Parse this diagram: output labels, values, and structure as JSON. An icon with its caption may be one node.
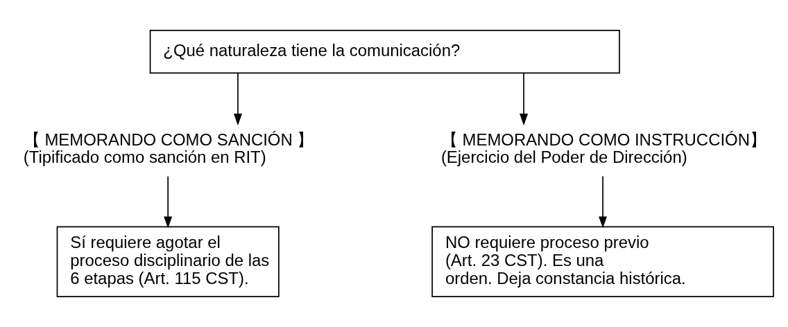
{
  "diagram": {
    "nodes": [
      {
        "text": [
          "¿Qué naturaleza tiene la comunicación?"
        ]
      },
      {
        "text": [
          "【 MEMORANDO COMO SANCIÓN 】",
          "(Tipificado como sanción en RIT)"
        ]
      },
      {
        "text": [
          "【 MEMORANDO COMO INSTRUCCIÓN】",
          "(Ejercicio del Poder de Dirección)"
        ]
      },
      {
        "text": [
          "Sí requiere agotar el proceso disciplinario de las 6 etapas (Art. 115 CST)."
        ]
      },
      {
        "text": [
          "NO requiere proceso previo (Art. 23 CST). Es una orden. Deja constancia histórica."
        ]
      }
    ],
    "edges": [
      {
        "from": 0,
        "to": 1,
        "arrow": "to"
      },
      {
        "from": 0,
        "to": 2,
        "arrow": "to"
      },
      {
        "from": 1,
        "to": 3,
        "arrow": "to"
      },
      {
        "from": 2,
        "to": 4,
        "arrow": "to"
      }
    ]
  }
}
